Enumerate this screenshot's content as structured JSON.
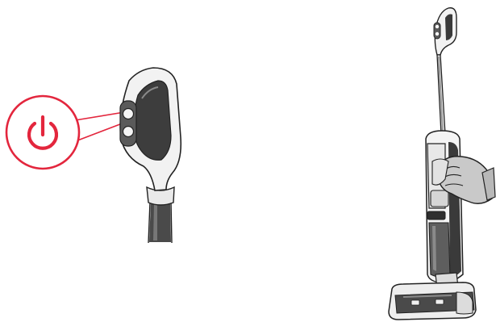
{
  "figure": {
    "left_panel": {
      "callout": {
        "icon": "power-icon",
        "color": "#e3263d"
      },
      "subject": "vacuum-handle"
    },
    "right_panel": {
      "subject": "upright-wet-dry-vacuum",
      "action": "hand-wiping-tank"
    },
    "colors": {
      "accent": "#e3263d",
      "outline": "#222222",
      "body_dark": "#3a3a3a",
      "body_mid": "#6b6b6b",
      "body_light": "#d9d9d9",
      "hand": "#c9c9c9"
    }
  }
}
